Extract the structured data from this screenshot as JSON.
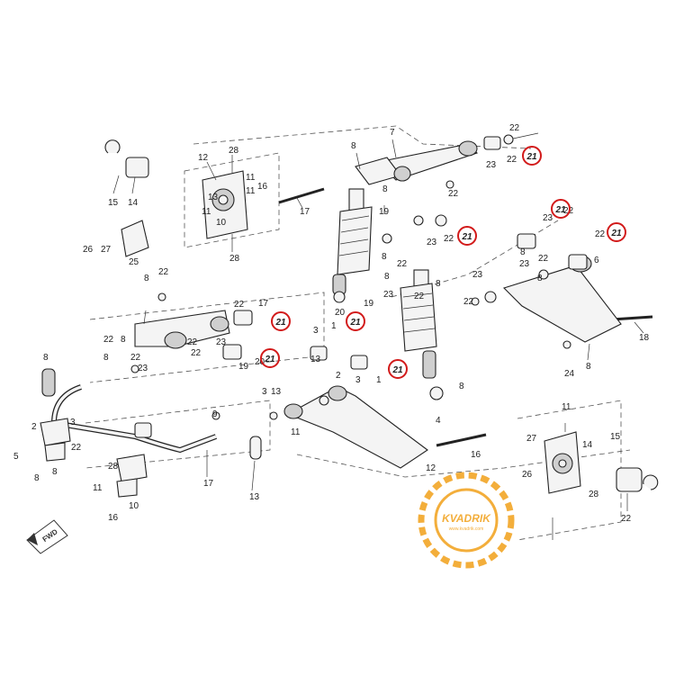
{
  "callouts": [
    {
      "id": "c1",
      "text": "7"
    },
    {
      "id": "c2",
      "text": "8"
    },
    {
      "id": "c3",
      "text": "22"
    },
    {
      "id": "c4",
      "text": "23"
    },
    {
      "id": "c5",
      "text": "22"
    },
    {
      "id": "c6",
      "text": "12"
    },
    {
      "id": "c7",
      "text": "28"
    },
    {
      "id": "c8",
      "text": "11"
    },
    {
      "id": "c9",
      "text": "16"
    },
    {
      "id": "c10",
      "text": "11"
    },
    {
      "id": "c11",
      "text": "13"
    },
    {
      "id": "c12",
      "text": "11"
    },
    {
      "id": "c13",
      "text": "10"
    },
    {
      "id": "c14",
      "text": "15"
    },
    {
      "id": "c15",
      "text": "14"
    },
    {
      "id": "c16",
      "text": "17"
    },
    {
      "id": "c17",
      "text": "19"
    },
    {
      "id": "c18",
      "text": "8"
    },
    {
      "id": "c19",
      "text": "22"
    },
    {
      "id": "c20",
      "text": "23"
    },
    {
      "id": "c21",
      "text": "22"
    },
    {
      "id": "c22",
      "text": "26"
    },
    {
      "id": "c23",
      "text": "27"
    },
    {
      "id": "c24",
      "text": "25"
    },
    {
      "id": "c25",
      "text": "28"
    },
    {
      "id": "c26",
      "text": "8"
    },
    {
      "id": "c27",
      "text": "19"
    },
    {
      "id": "c28",
      "text": "20"
    },
    {
      "id": "c29",
      "text": "23"
    },
    {
      "id": "c30",
      "text": "22"
    },
    {
      "id": "c31",
      "text": "8"
    },
    {
      "id": "c32",
      "text": "22"
    },
    {
      "id": "c33",
      "text": "23"
    },
    {
      "id": "c34",
      "text": "22"
    },
    {
      "id": "c35",
      "text": "6"
    },
    {
      "id": "c36",
      "text": "8"
    },
    {
      "id": "c37",
      "text": "22"
    },
    {
      "id": "c38",
      "text": "23"
    },
    {
      "id": "c39",
      "text": "22"
    },
    {
      "id": "c40",
      "text": "8"
    },
    {
      "id": "c41",
      "text": "8"
    },
    {
      "id": "c42",
      "text": "22"
    },
    {
      "id": "c43",
      "text": "23"
    },
    {
      "id": "c44",
      "text": "22"
    },
    {
      "id": "c45",
      "text": "8"
    },
    {
      "id": "c46",
      "text": "22"
    },
    {
      "id": "c47",
      "text": "8"
    },
    {
      "id": "c48",
      "text": "22"
    },
    {
      "id": "c49",
      "text": "23"
    },
    {
      "id": "c50",
      "text": "22"
    },
    {
      "id": "c51",
      "text": "17"
    },
    {
      "id": "c52",
      "text": "18"
    },
    {
      "id": "c53",
      "text": "8"
    },
    {
      "id": "c54",
      "text": "24"
    },
    {
      "id": "c55",
      "text": "8"
    },
    {
      "id": "c56",
      "text": "8"
    },
    {
      "id": "c57",
      "text": "22"
    },
    {
      "id": "c58",
      "text": "23"
    },
    {
      "id": "c59",
      "text": "22"
    },
    {
      "id": "c60",
      "text": "19"
    },
    {
      "id": "c61",
      "text": "20"
    },
    {
      "id": "c62",
      "text": "3"
    },
    {
      "id": "c63",
      "text": "1"
    },
    {
      "id": "c64",
      "text": "13"
    },
    {
      "id": "c65",
      "text": "2"
    },
    {
      "id": "c66",
      "text": "3"
    },
    {
      "id": "c67",
      "text": "1"
    },
    {
      "id": "c68",
      "text": "8"
    },
    {
      "id": "c69",
      "text": "4"
    },
    {
      "id": "c70",
      "text": "3"
    },
    {
      "id": "c71",
      "text": "13"
    },
    {
      "id": "c72",
      "text": "2"
    },
    {
      "id": "c73",
      "text": "3"
    },
    {
      "id": "c74",
      "text": "5"
    },
    {
      "id": "c75",
      "text": "8"
    },
    {
      "id": "c76",
      "text": "8"
    },
    {
      "id": "c77",
      "text": "22"
    },
    {
      "id": "c78",
      "text": "9"
    },
    {
      "id": "c79",
      "text": "17"
    },
    {
      "id": "c80",
      "text": "28"
    },
    {
      "id": "c81",
      "text": "11"
    },
    {
      "id": "c82",
      "text": "10"
    },
    {
      "id": "c83",
      "text": "16"
    },
    {
      "id": "c84",
      "text": "13"
    },
    {
      "id": "c85",
      "text": "11"
    },
    {
      "id": "c86",
      "text": "12"
    },
    {
      "id": "c87",
      "text": "16"
    },
    {
      "id": "c88",
      "text": "11"
    },
    {
      "id": "c89",
      "text": "14"
    },
    {
      "id": "c90",
      "text": "15"
    },
    {
      "id": "c91",
      "text": "26"
    },
    {
      "id": "c92",
      "text": "27"
    },
    {
      "id": "c93",
      "text": "28"
    },
    {
      "id": "c94",
      "text": "22"
    }
  ],
  "highlighted_callouts": [
    {
      "id": "h1",
      "text": "21"
    },
    {
      "id": "h2",
      "text": "21"
    },
    {
      "id": "h3",
      "text": "21"
    },
    {
      "id": "h4",
      "text": "21"
    },
    {
      "id": "h5",
      "text": "21"
    },
    {
      "id": "h6",
      "text": "21"
    },
    {
      "id": "h7",
      "text": "21"
    },
    {
      "id": "h8",
      "text": "21"
    }
  ],
  "direction_marker": {
    "text": "FWD"
  },
  "watermark": {
    "brand": "KVADRIK",
    "tagline": "www.kvadrik.com"
  },
  "colors": {
    "highlight_ring": "#d21a1a",
    "watermark": "#f1a01a",
    "line": "#222222"
  }
}
